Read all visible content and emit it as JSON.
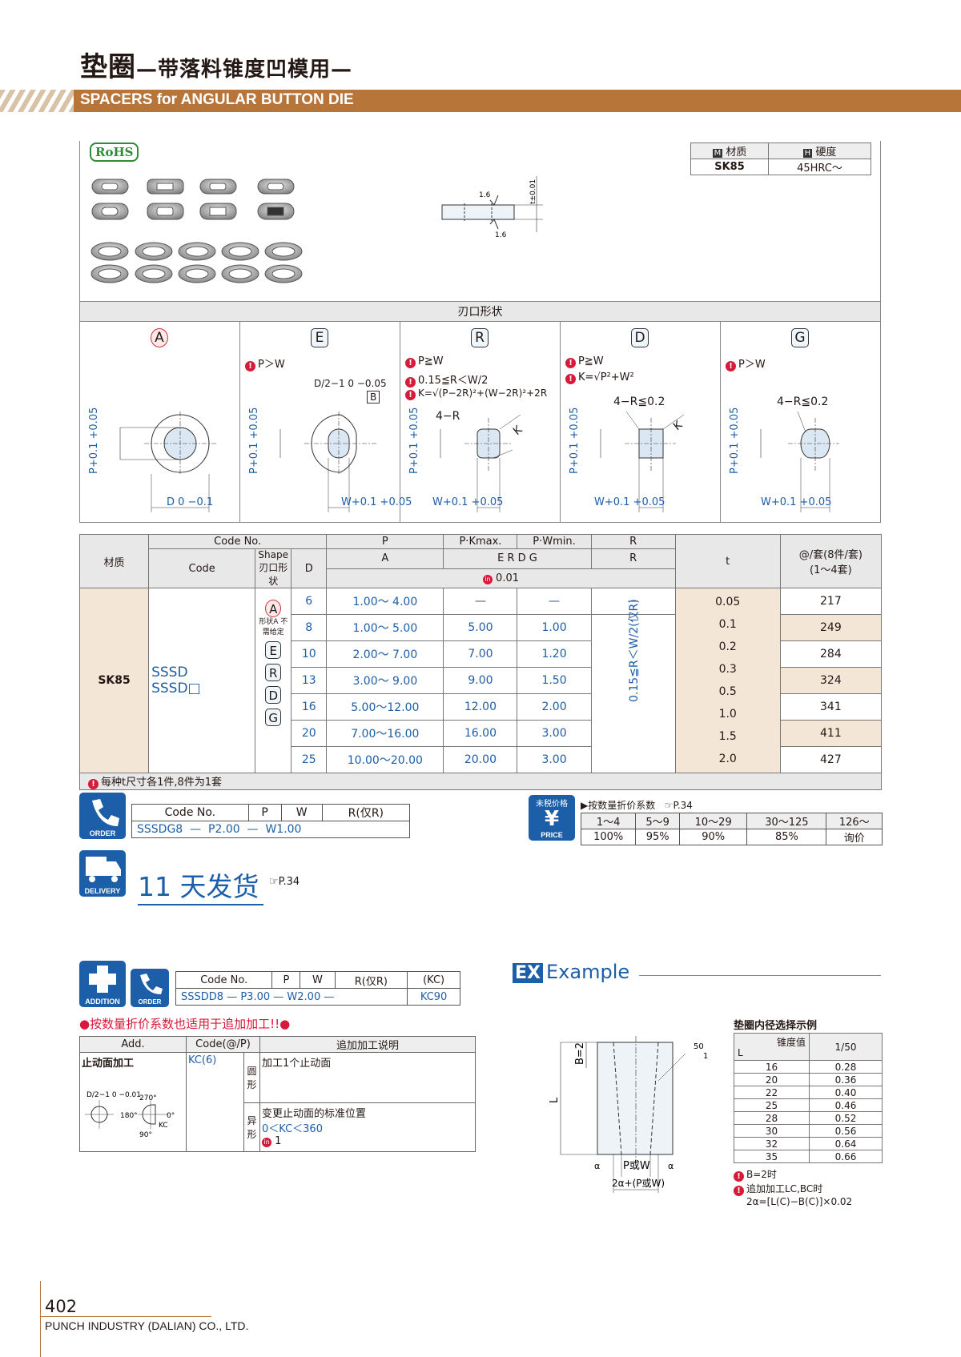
{
  "header": {
    "title_main": "垫圈",
    "title_sub": "—带落料锥度凹模用—",
    "subtitle_en": "SPACERS for ANGULAR BUTTON DIE"
  },
  "rohs": "RoHS",
  "material_table": {
    "material_label": "材质",
    "hardness_label": "硬度",
    "material_icon": "M",
    "hardness_icon": "H",
    "material": "SK85",
    "hardness": "45HRC～"
  },
  "cross_section": {
    "rough_top": "1.6",
    "rough_bottom": "1.6",
    "tolerance": "t±0.01"
  },
  "shapes_section": {
    "title": "刃口形状",
    "shapes": [
      {
        "letter": "A",
        "notes": [],
        "p_label": "P+0.1 +0.05",
        "bottom_label": "D 0 −0.1"
      },
      {
        "letter": "E",
        "notes": [
          "P＞W"
        ],
        "extra": "D/2−1 0 −0.05",
        "datum": "B",
        "p_label": "P+0.1 +0.05",
        "bottom_label": "W+0.1 +0.05"
      },
      {
        "letter": "R",
        "notes": [
          "P≧W",
          "0.15≦R＜W/2",
          "K=√(P−2R)²+(W−2R)²+2R"
        ],
        "corner": "4−R",
        "k": "K",
        "p_label": "P+0.1 +0.05",
        "bottom_label": "W+0.1 +0.05"
      },
      {
        "letter": "D",
        "notes": [
          "P≧W",
          "K=√P²+W²"
        ],
        "corner": "4−R≦0.2",
        "k": "K",
        "p_label": "P+0.1 +0.05",
        "bottom_label": "W+0.1 +0.05"
      },
      {
        "letter": "G",
        "notes": [
          "P＞W"
        ],
        "corner": "4−R≦0.2",
        "p_label": "P+0.1 +0.05",
        "bottom_label": "W+0.1 +0.05"
      }
    ]
  },
  "main_table": {
    "headers": {
      "material": "材质",
      "code_no": "Code No.",
      "code": "Code",
      "shape": "Shape 刃口形状",
      "d": "D",
      "p": "P",
      "p_shape": "A",
      "pkmax": "P·Kmax.",
      "pwmin": "P·Wmin.",
      "pk_shapes": "E R D G",
      "r": "R",
      "r_shape": "R",
      "unit": "0.01",
      "t": "t",
      "qty": "@/套(8件/套)",
      "qty_sub": "(1～4套)"
    },
    "material": "SK85",
    "codes": [
      "SSSD",
      "SSSD□"
    ],
    "shape_letters": [
      "A",
      "E",
      "R",
      "D",
      "G"
    ],
    "shape_a_note": "形状A 不需给定",
    "rows": [
      {
        "d": "6",
        "p": "1.00～ 4.00",
        "pk": "—",
        "pw": "—",
        "r": "—",
        "qty": "217"
      },
      {
        "d": "8",
        "p": "1.00～ 5.00",
        "pk": "5.00",
        "pw": "1.00",
        "qty": "249"
      },
      {
        "d": "10",
        "p": "2.00～ 7.00",
        "pk": "7.00",
        "pw": "1.20",
        "qty": "284"
      },
      {
        "d": "13",
        "p": "3.00～ 9.00",
        "pk": "9.00",
        "pw": "1.50",
        "qty": "324"
      },
      {
        "d": "16",
        "p": "5.00～12.00",
        "pk": "12.00",
        "pw": "2.00",
        "qty": "341"
      },
      {
        "d": "20",
        "p": "7.00～16.00",
        "pk": "16.00",
        "pw": "3.00",
        "qty": "411"
      },
      {
        "d": "25",
        "p": "10.00～20.00",
        "pk": "20.00",
        "pw": "3.00",
        "qty": "427"
      }
    ],
    "r_range": "0.15≦R＜W/2(仅R)",
    "t_values": [
      "0.05",
      "0.1",
      "0.2",
      "0.3",
      "0.5",
      "1.0",
      "1.5",
      "2.0"
    ],
    "footnote": "每种t尺寸各1件,8件为1套"
  },
  "order": {
    "icon_label": "ORDER",
    "headers": [
      "Code No.",
      "P",
      "W",
      "R(仅R)"
    ],
    "values": [
      "SSSDG8",
      "—",
      "P2.00",
      "—",
      "W1.00"
    ]
  },
  "price": {
    "icon_top": "未税价格",
    "icon_label": "PRICE",
    "title": "▶按数量折价系数",
    "ref": "☞P.34",
    "qty": [
      "1～4",
      "5～9",
      "10～29",
      "30～125",
      "126～"
    ],
    "rate": [
      "100%",
      "95%",
      "90%",
      "85%",
      "询价"
    ]
  },
  "delivery": {
    "icon_label": "DELIVERY",
    "text": "11 天发货",
    "ref": "☞P.34"
  },
  "addition": {
    "icon_label": "ADDITION",
    "order_label": "ORDER",
    "order_headers": [
      "Code No.",
      "P",
      "W",
      "R(仅R)",
      "(KC)"
    ],
    "order_values": [
      "SSSDD8",
      "—",
      "P3.00",
      "—",
      "W2.00",
      "—",
      "KC90"
    ],
    "notice": "●按数量折价系数也适用于追加加工!!●",
    "table_headers": [
      "Add.",
      "Code(@/P)",
      "追加加工说明"
    ],
    "name": "止动面加工",
    "code": "KC(6)",
    "round": "圆形",
    "round_desc": "加工1个止动面",
    "irregular": "异形",
    "irregular_desc": "变更止动面的标准位置",
    "irregular_range": "0＜KC＜360",
    "irregular_unit": "1",
    "diagram": {
      "dim": "D/2−1 0 −0.01",
      "a270": "270°",
      "a180": "180°",
      "a0": "0°",
      "a90": "90°",
      "kc": "KC"
    }
  },
  "example": {
    "title": "Example",
    "ex": "EX",
    "fig": {
      "b": "B=2",
      "l": "L",
      "angle": "50",
      "one": "1",
      "pw": "P或W",
      "alpha": "α",
      "bottom": "2α+(P或W)"
    },
    "table_title": "垫圈内径选择示例",
    "taper_label": "锥度值",
    "l_label": "L",
    "taper": "1/50",
    "rows": [
      [
        "16",
        "0.28"
      ],
      [
        "20",
        "0.36"
      ],
      [
        "22",
        "0.40"
      ],
      [
        "25",
        "0.46"
      ],
      [
        "28",
        "0.52"
      ],
      [
        "30",
        "0.56"
      ],
      [
        "32",
        "0.64"
      ],
      [
        "35",
        "0.66"
      ]
    ],
    "notes": [
      "B=2时",
      "追加加工LC,BC时",
      "2α=[L(C)−B(C)]×0.02"
    ]
  },
  "footer": {
    "page": "402",
    "company": "PUNCH INDUSTRY (DALIAN) CO., LTD."
  },
  "colors": {
    "brand_bar": "#b8753a",
    "blue": "#1d5ea8",
    "shade": "#f3e6d6"
  }
}
